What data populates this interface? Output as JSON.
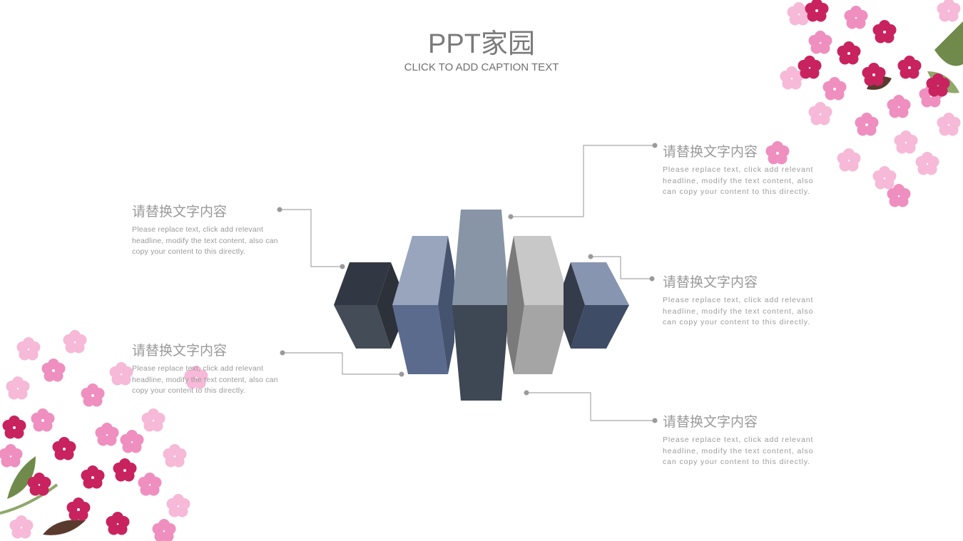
{
  "slide": {
    "title": "PPT家园",
    "caption": "CLICK TO ADD CAPTION TEXT"
  },
  "blocks": [
    {
      "heading": "请替换文字内容",
      "body": "Please replace text, click add relevant headline, modify the text content, also can copy your content to this directly."
    },
    {
      "heading": "请替换文字内容",
      "body": "Please replace text, click add relevant headline, modify the text content, also can copy your content to this directly."
    },
    {
      "heading": "请替换文字内容",
      "body": "Please replace text, click add relevant headline, modify the text content, also can copy your content to this directly."
    },
    {
      "heading": "请替换文字内容",
      "body": "Please replace text, click add relevant headline, modify the text content, also can copy your content to this directly."
    },
    {
      "heading": "请替换文字内容",
      "body": "Please replace text, click add relevant headline, modify the text content, also can copy your content to this directly."
    }
  ],
  "colors": {
    "title_gray": "#7a7a7a",
    "text_gray": "#9a9a9a",
    "connector_gray": "#a8a8a8",
    "flower_magenta": "#c8235f",
    "flower_pink": "#ef8fbf",
    "flower_light_pink": "#f7b9d8",
    "leaf_green": "#6f8a4a",
    "block_charcoal": "#3d4653",
    "block_slate_blue": "#5a6b8e",
    "block_blue_gray": "#8795a8",
    "block_light_gray": "#c7c7c7"
  },
  "icons": [
    "flower-cluster-top-right-icon",
    "flower-cluster-bottom-left-icon",
    "connector-dot-icon"
  ]
}
